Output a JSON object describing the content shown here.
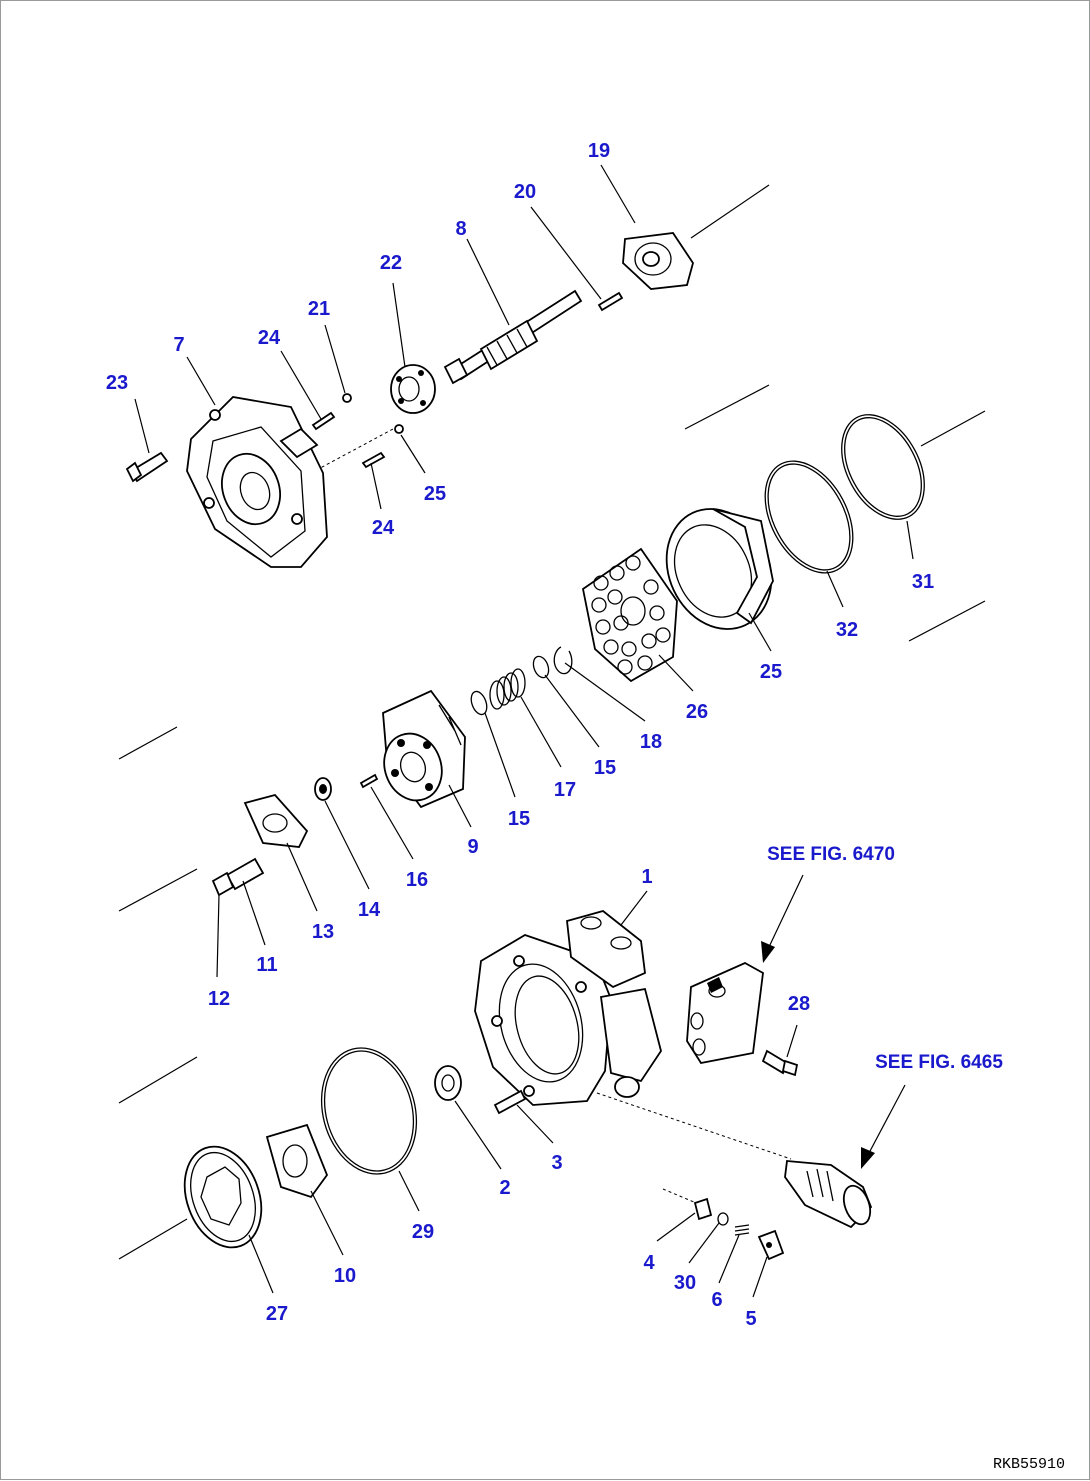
{
  "diagram": {
    "label_color": "#1a1acc",
    "line_color": "#000000",
    "callouts": {
      "p1": "1",
      "p2": "2",
      "p3": "3",
      "p4": "4",
      "p5": "5",
      "p6": "6",
      "p7": "7",
      "p8": "8",
      "p9": "9",
      "p10": "10",
      "p11": "11",
      "p12": "12",
      "p13": "13",
      "p14": "14",
      "p15a": "15",
      "p15b": "15",
      "p16": "16",
      "p17": "17",
      "p18": "18",
      "p19": "19",
      "p20": "20",
      "p21": "21",
      "p22": "22",
      "p23": "23",
      "p24a": "24",
      "p24b": "24",
      "p25a": "25",
      "p25b": "25",
      "p26": "26",
      "p27": "27",
      "p28": "28",
      "p29": "29",
      "p30": "30",
      "p31": "31",
      "p32": "32"
    },
    "references": {
      "fig_6470": "SEE FIG. 6470",
      "fig_6465": "SEE FIG. 6465"
    },
    "drawing_code": "RKB55910"
  }
}
